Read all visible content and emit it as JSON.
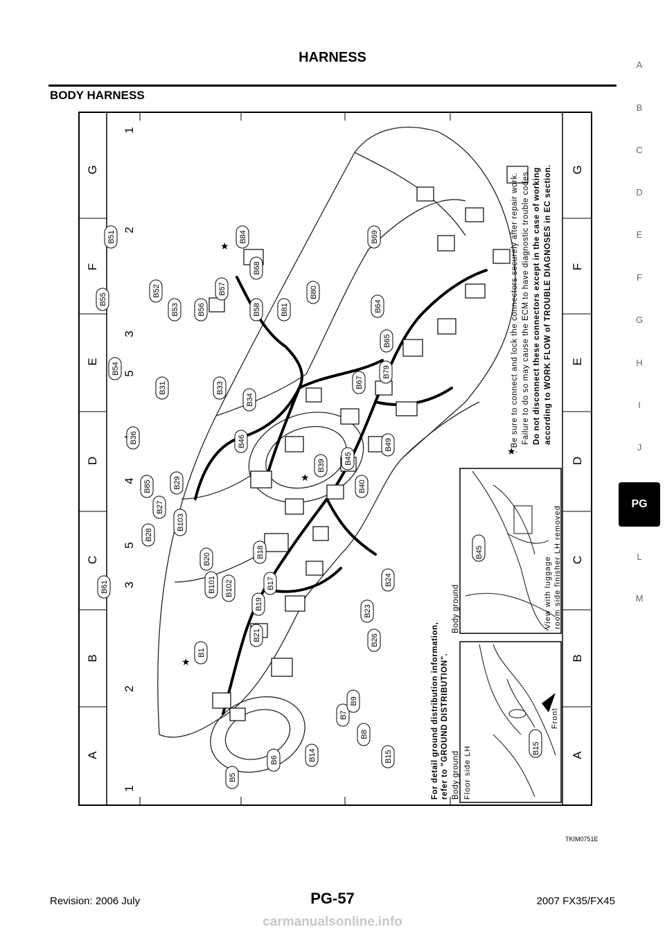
{
  "header": {
    "title": "HARNESS"
  },
  "section": {
    "title": "BODY HARNESS"
  },
  "side_tabs": [
    "A",
    "B",
    "C",
    "D",
    "E",
    "F",
    "G",
    "H",
    "I",
    "J",
    "PG",
    "L",
    "M"
  ],
  "side_tabs_active": "PG",
  "grid": {
    "numbers": [
      "1",
      "2",
      "3",
      "4",
      "5"
    ],
    "letters": [
      "A",
      "B",
      "C",
      "D",
      "E",
      "F",
      "G"
    ]
  },
  "connectors": [
    "B1",
    "B5",
    "B6",
    "B7",
    "B8",
    "B9",
    "B14",
    "B15",
    "B17",
    "B18",
    "B19",
    "B20",
    "B21",
    "B23",
    "B24",
    "B26",
    "B27",
    "B28",
    "B29",
    "B31",
    "B33",
    "B34",
    "B36",
    "B39",
    "B40",
    "B45",
    "B46",
    "B49",
    "B51",
    "B52",
    "B53",
    "B54",
    "B55",
    "B56",
    "B57",
    "B58",
    "B61",
    "B64",
    "B65",
    "B67",
    "B68",
    "B69",
    "B79",
    "B80",
    "B81",
    "B84",
    "B85",
    "B101",
    "B102",
    "B103"
  ],
  "notes": {
    "ground_1": "For detail ground distribution information,",
    "ground_2": "refer to \"GROUND DISTRIBUTION\".",
    "star_1": ": Be sure to connect and lock the connectors securely after repair work.",
    "star_2": "Failure to do so may cause the ECM to have diagnostic trouble codes.",
    "star_3": "Do not disconnect these connectors except in the case of working",
    "star_4": "according to WORK FLOW of TROUBLE DIAGNOSES in EC section."
  },
  "insets": {
    "left_title": "Body ground",
    "left_caption": "Floor side LH",
    "left_conn": "B15",
    "left_front": "Front",
    "right_title": "Body ground",
    "right_caption_1": "View with luggage",
    "right_caption_2": "room side finisher LH removed",
    "right_conn": "B45"
  },
  "figure_code": "TKIM0751E",
  "footer": {
    "revision": "Revision: 2006 July",
    "page": "PG-57",
    "model": "2007 FX35/FX45"
  },
  "watermark": "carmanualsonline.info"
}
